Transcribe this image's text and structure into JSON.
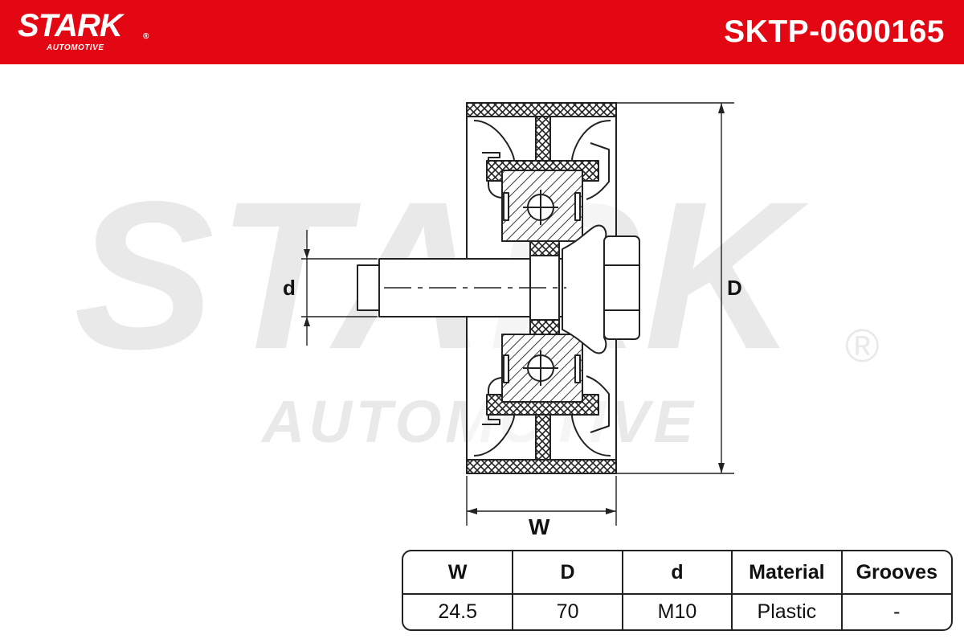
{
  "header": {
    "brand": "STARK",
    "brand_registered": "®",
    "brand_subtitle": "AUTOMOTIVE",
    "part_number": "SKTP-0600165",
    "background_color": "#e30613"
  },
  "watermark": {
    "brand": "STARK",
    "subtitle": "AUTOMOTIVE",
    "registered": "®"
  },
  "drawing": {
    "label_d_small": "d",
    "label_D_large": "D",
    "label_W": "W"
  },
  "specs": {
    "headers": [
      "W",
      "D",
      "d",
      "Material",
      "Grooves"
    ],
    "values": [
      "24.5",
      "70",
      "M10",
      "Plastic",
      "-"
    ]
  }
}
